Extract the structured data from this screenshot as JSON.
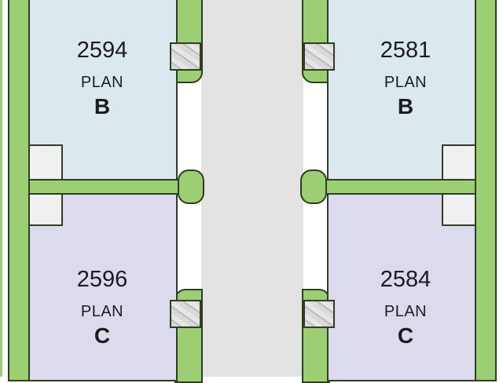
{
  "lots": [
    {
      "number": "2594",
      "plan_label": "PLAN",
      "plan_type": "B"
    },
    {
      "number": "2581",
      "plan_label": "PLAN",
      "plan_type": "B"
    },
    {
      "number": "2596",
      "plan_label": "PLAN",
      "plan_type": "C"
    },
    {
      "number": "2584",
      "plan_label": "PLAN",
      "plan_type": "C"
    }
  ],
  "colors": {
    "plan_b_fill": "#dbe8ee",
    "plan_c_fill": "#dcdbee",
    "landscape_green": "#9ccf74",
    "street_gray": "#e3e3e3",
    "outline": "#2f3d24"
  }
}
